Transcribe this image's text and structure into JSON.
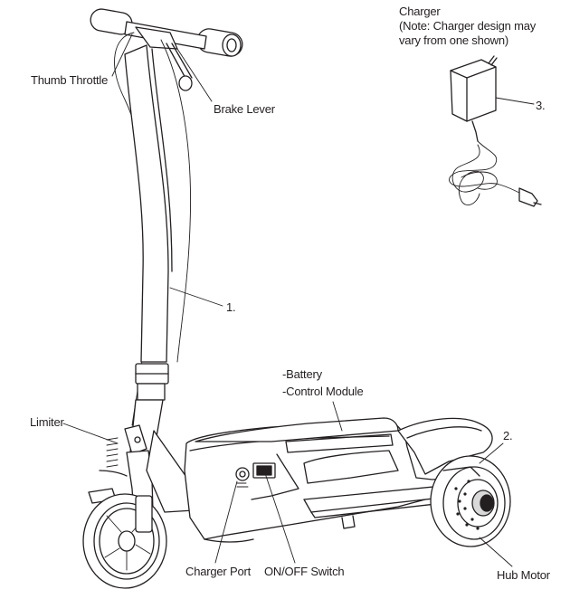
{
  "labels": {
    "charger_title": "Charger",
    "charger_note_1": "(Note: Charger design may",
    "charger_note_2": "vary from one shown)",
    "charger_num": "3.",
    "thumb_throttle": "Thumb Throttle",
    "brake_lever": "Brake Lever",
    "stem_num": "1.",
    "battery": "-Battery",
    "control_module": "-Control Module",
    "limiter": "Limiter",
    "rear_num": "2.",
    "charger_port": "Charger Port",
    "on_off_switch": "ON/OFF Switch",
    "hub_motor": "Hub Motor"
  }
}
